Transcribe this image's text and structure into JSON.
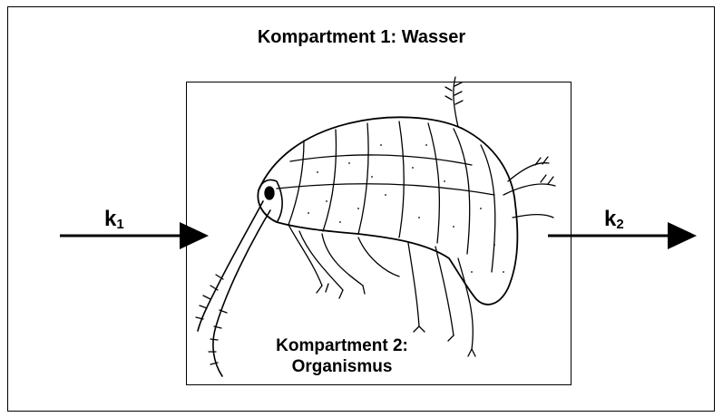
{
  "compartment_1": {
    "label": "Kompartment 1: Wasser"
  },
  "compartment_2": {
    "label_line1": "Kompartment 2:",
    "label_line2": "Organismus"
  },
  "rate_in": {
    "symbol": "k",
    "subscript": "1"
  },
  "rate_out": {
    "symbol": "k",
    "subscript": "2"
  },
  "illustration": {
    "icon": "amphipod-icon"
  },
  "colors": {
    "line": "#000000",
    "background": "#ffffff"
  }
}
